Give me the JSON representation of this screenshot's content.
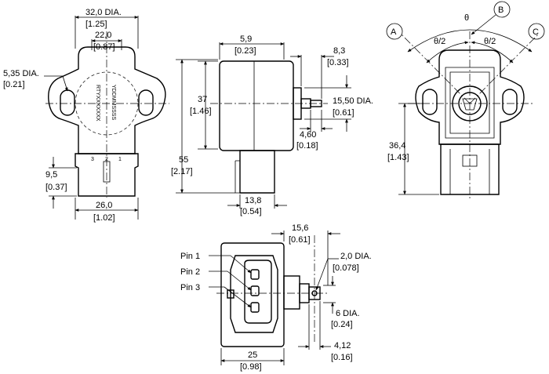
{
  "dims": {
    "d32": "32,0 DIA.",
    "d32i": "[1.25]",
    "d22": "22,0",
    "d22i": "[0.87]",
    "d535": "5,35 DIA.",
    "d535i": "[0.21]",
    "d95": "9,5",
    "d95i": "[0.37]",
    "d26": "26,0",
    "d26i": "[1.02]",
    "d59": "5,9",
    "d59i": "[0.23]",
    "d83": "8,3",
    "d83i": "[0.33]",
    "d37": "37",
    "d37i": "[1.46]",
    "d55": "55",
    "d55i": "[2.17]",
    "d155": "15,50 DIA.",
    "d155i": "[0.61]",
    "d46": "4,60",
    "d46i": "[0.18]",
    "d138": "13,8",
    "d138i": "[0.54]",
    "d364": "36,4",
    "d364i": "[1.43]",
    "d156": "15,6",
    "d156i": "[0.61]",
    "d20": "2,0 DIA.",
    "d20i": "[0.078]",
    "d6": "6 DIA.",
    "d6i": "[0.24]",
    "d412": "4,12",
    "d412i": "[0.16]",
    "d25": "25",
    "d25i": "[0.98]"
  },
  "angles": {
    "theta": "θ",
    "half_left": "θ/2",
    "half_right": "θ/2"
  },
  "callouts": {
    "a": "A",
    "b": "B",
    "c": "C"
  },
  "pins": {
    "p1": "Pin 1",
    "p2": "Pin 2",
    "p3": "Pin 3"
  },
  "body_marking": {
    "line1": "YDDMMSSSS",
    "line2": "RTYXXXXXXX"
  },
  "connector_pins": {
    "p3": "3",
    "p2": "2",
    "p1": "1"
  }
}
